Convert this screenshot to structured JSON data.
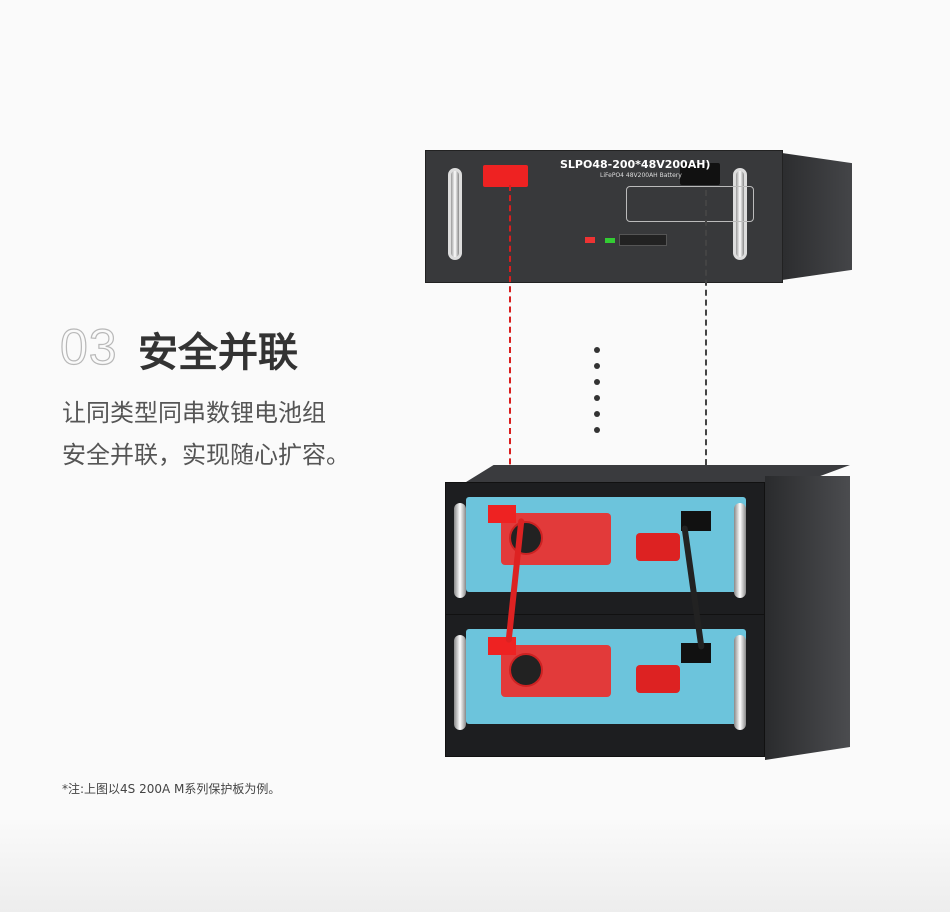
{
  "section": {
    "number": "03",
    "title": "安全并联"
  },
  "description": {
    "line1": "让同类型同串数锂电池组",
    "line2": "安全并联，实现随心扩容。"
  },
  "footnote": "*注:上图以4S 200A M系列保护板为例。",
  "product": {
    "model_label": "SLPO48-200*48V200AH)",
    "sub_label": "LiFePO4 48V200AH Battery"
  },
  "colors": {
    "positive_line": "#d81e1e",
    "negative_line": "#333333"
  }
}
